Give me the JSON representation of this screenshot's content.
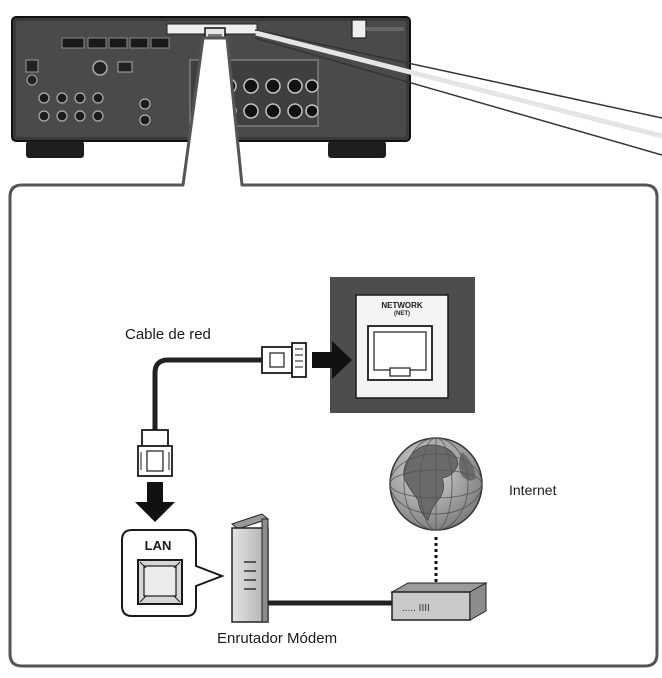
{
  "labels": {
    "cable": "Cable de red",
    "internet": "Internet",
    "router_modem": "Enrutador Módem",
    "lan": "LAN",
    "network": "NETWORK",
    "net": "(NET)"
  },
  "router_display": ".....  IIII",
  "icons": [
    "av-receiver-rear-panel",
    "callout-frame",
    "network-port-icon",
    "rj45-plug-icon",
    "arrow-right-icon",
    "arrow-down-icon",
    "lan-port-icon",
    "router-icon",
    "modem-icon",
    "globe-icon"
  ],
  "colors": {
    "receiver_body": "#3a3a3a",
    "port_panel": "#4d4d4d",
    "cable": "#222222",
    "globe": "#8a8a8a",
    "device_fill": "#c8c8c8"
  }
}
